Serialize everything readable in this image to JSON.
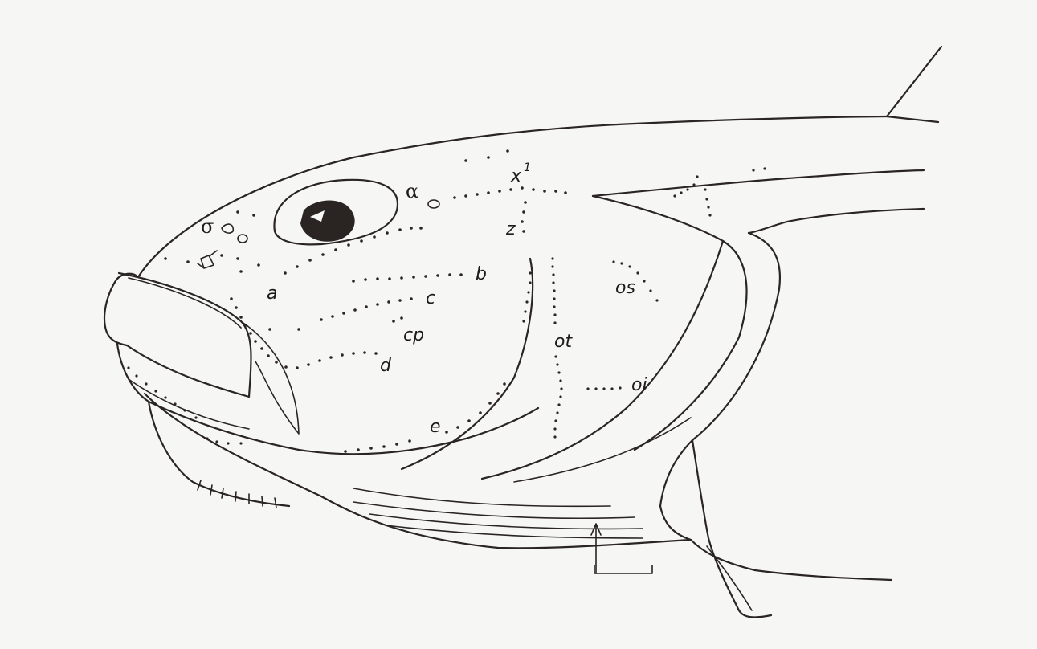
{
  "labels": {
    "sigma": "σ",
    "alpha": "α",
    "x1_base": "x",
    "x1_sup": "1",
    "z": "z",
    "a": "a",
    "b": "b",
    "c": "c",
    "cp": "cp",
    "d": "d",
    "e": "e",
    "os": "os",
    "ot": "ot",
    "oi": "oi"
  }
}
